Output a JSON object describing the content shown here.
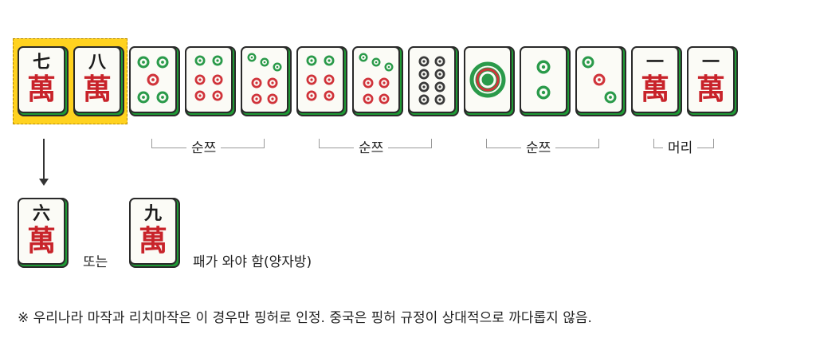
{
  "hand": {
    "tiles": [
      {
        "suit": "man",
        "number": "七",
        "suit_char": "萬"
      },
      {
        "suit": "man",
        "number": "八",
        "suit_char": "萬"
      },
      {
        "suit": "pin",
        "count": 5
      },
      {
        "suit": "pin",
        "count": 6
      },
      {
        "suit": "pin",
        "count": 7
      },
      {
        "suit": "pin",
        "count": 6
      },
      {
        "suit": "pin",
        "count": 7
      },
      {
        "suit": "pin",
        "count": 8
      },
      {
        "suit": "pin",
        "count": 1
      },
      {
        "suit": "pin",
        "count": 2
      },
      {
        "suit": "pin",
        "count": 3
      },
      {
        "suit": "man",
        "number": "一",
        "suit_char": "萬"
      },
      {
        "suit": "man",
        "number": "一",
        "suit_char": "萬"
      }
    ],
    "groups": [
      {
        "label": "순쯔"
      },
      {
        "label": "순쯔"
      },
      {
        "label": "순쯔"
      },
      {
        "label": "머리"
      }
    ]
  },
  "waits": {
    "tile_a": {
      "number": "六",
      "suit_char": "萬"
    },
    "connector": "또는",
    "tile_b": {
      "number": "九",
      "suit_char": "萬"
    },
    "description": "패가 와야 함(양자방)"
  },
  "footnote": "※ 우리나라 마작과 리치마작은 이 경우만 핑허로 인정. 중국은 핑허 규정이 상대적으로 까다롭지 않음.",
  "colors": {
    "highlight": "#ffd21f",
    "tile_back": "#1e9a35",
    "man_red": "#c8232a",
    "pin_green": "#2a9a4a",
    "pin_red": "#d0333a",
    "pin_dark": "#3a3a3a"
  }
}
